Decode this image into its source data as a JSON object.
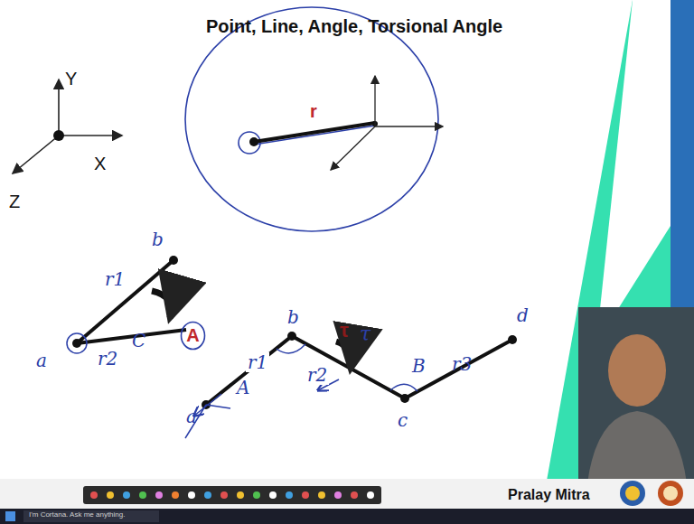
{
  "diagram": {
    "title": "Point, Line, Angle, Torsional Angle",
    "nodes": [
      {
        "text": [
          "A"
        ]
      }
    ],
    "labels": [
      "Y",
      "X",
      "Z",
      "r",
      "b",
      "r1",
      "a",
      "r2",
      "C",
      "b",
      "r1",
      "a",
      "A",
      "r2",
      "τ",
      "τ",
      "B",
      "r3",
      "c",
      "d",
      "Pralay Mitra",
      "I'm Cortana. Ask me anything."
    ]
  }
}
